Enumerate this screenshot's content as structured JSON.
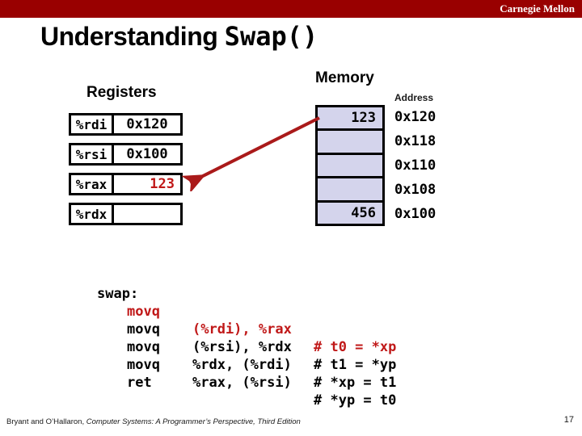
{
  "header": {
    "brand": "Carnegie Mellon",
    "bar_color": "#990000"
  },
  "title": {
    "text_part": "Understanding ",
    "code_part": "Swap()"
  },
  "registers": {
    "heading": "Registers",
    "rows": [
      {
        "name": "%rdi",
        "value": "0x120",
        "highlight": false
      },
      {
        "name": "%rsi",
        "value": "0x100",
        "highlight": false
      },
      {
        "name": "%rax",
        "value": "123",
        "highlight": true
      },
      {
        "name": "%rdx",
        "value": "",
        "highlight": false
      }
    ]
  },
  "memory": {
    "heading": "Memory",
    "address_label": "Address",
    "cell_color": "#d4d4ec",
    "rows": [
      {
        "value": "123",
        "address": "0x120"
      },
      {
        "value": "",
        "address": "0x118"
      },
      {
        "value": "",
        "address": "0x110"
      },
      {
        "value": "",
        "address": "0x108"
      },
      {
        "value": "456",
        "address": "0x100"
      }
    ]
  },
  "arrow": {
    "description": "points from memory cell 0x120 to register %rax",
    "color": "#aa1a1a"
  },
  "code": {
    "label": "swap:",
    "lines": [
      {
        "instr": "movq",
        "operands": "(%rdi), %rax",
        "comment": "# t0 = *xp",
        "highlight": true
      },
      {
        "instr": "movq",
        "operands": "(%rsi), %rdx",
        "comment": "# t1 = *yp",
        "highlight": false
      },
      {
        "instr": "movq",
        "operands": "%rdx, (%rdi)",
        "comment": "# *xp = t1",
        "highlight": false
      },
      {
        "instr": "movq",
        "operands": "%rax, (%rsi)",
        "comment": "# *yp = t0",
        "highlight": false
      }
    ],
    "ret_label": "ret"
  },
  "footer": {
    "attribution": "Bryant and O’Hallaron, ",
    "book_title": "Computer Systems: A Programmer’s Perspective, Third Edition",
    "page_number": "17"
  },
  "colors": {
    "accent_red": "#c01818",
    "arrow_red": "#aa1a1a",
    "bar_red": "#990000",
    "memory_cell": "#d4d4ec"
  }
}
